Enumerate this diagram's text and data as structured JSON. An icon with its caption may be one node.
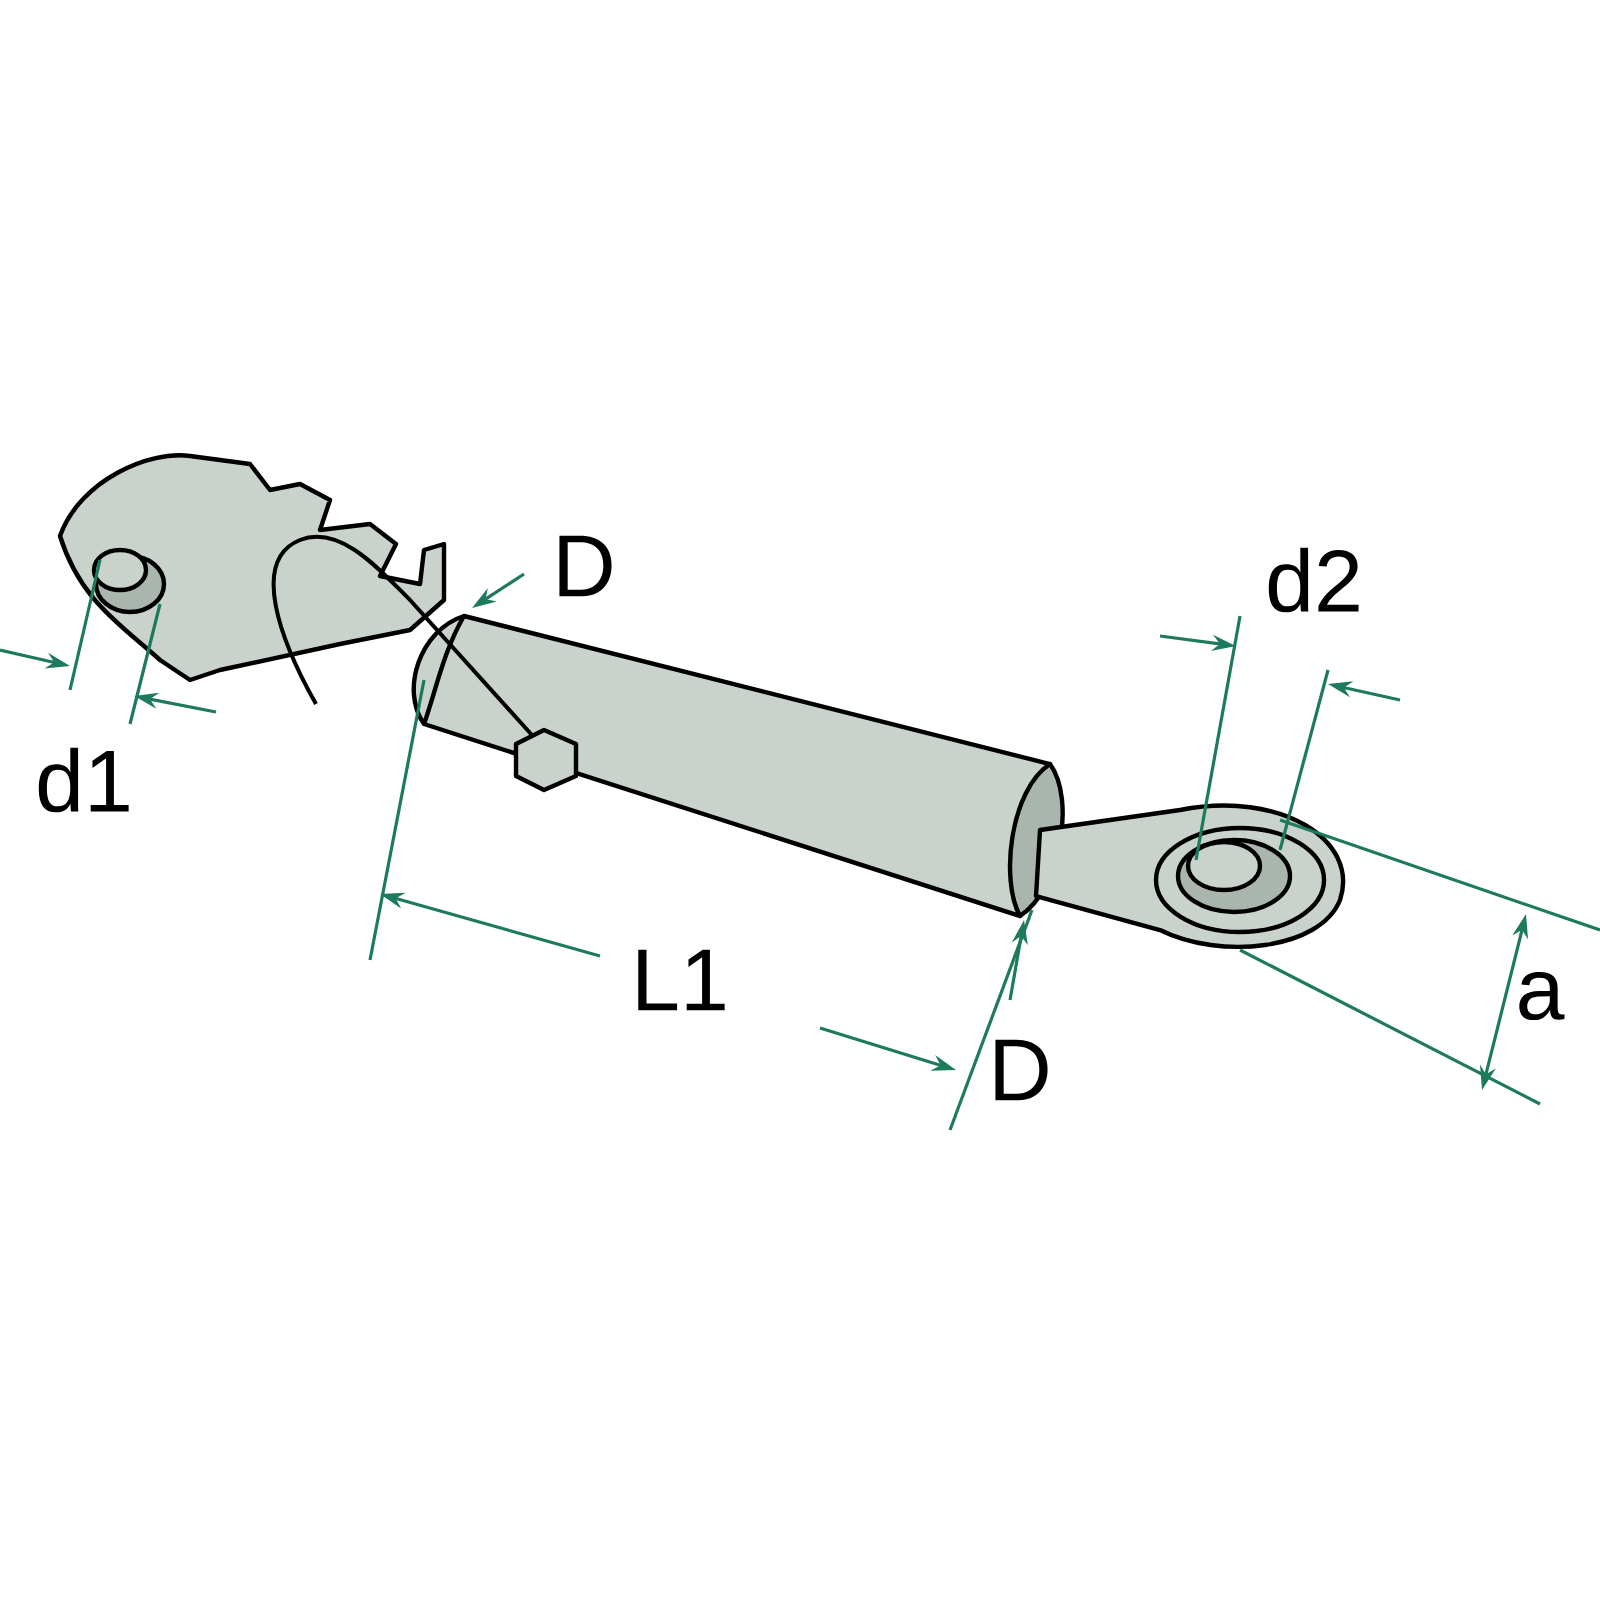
{
  "diagram": {
    "labels": [
      "D",
      "d2",
      "d1",
      "L1",
      "D",
      "a"
    ]
  }
}
